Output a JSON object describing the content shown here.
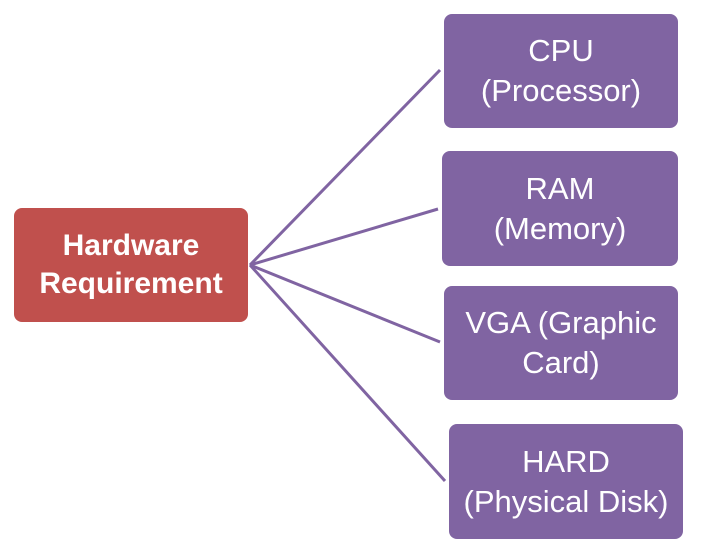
{
  "diagram": {
    "root": {
      "label": "Hardware\nRequirement"
    },
    "children": [
      {
        "label": "CPU\n(Processor)"
      },
      {
        "label": "RAM\n(Memory)"
      },
      {
        "label": "VGA (Graphic\nCard)"
      },
      {
        "label": "HARD\n(Physical Disk)"
      }
    ]
  },
  "colors": {
    "root_fill": "#c0504d",
    "child_fill": "#8064a2",
    "connector": "#8064a2",
    "text": "#ffffff"
  }
}
